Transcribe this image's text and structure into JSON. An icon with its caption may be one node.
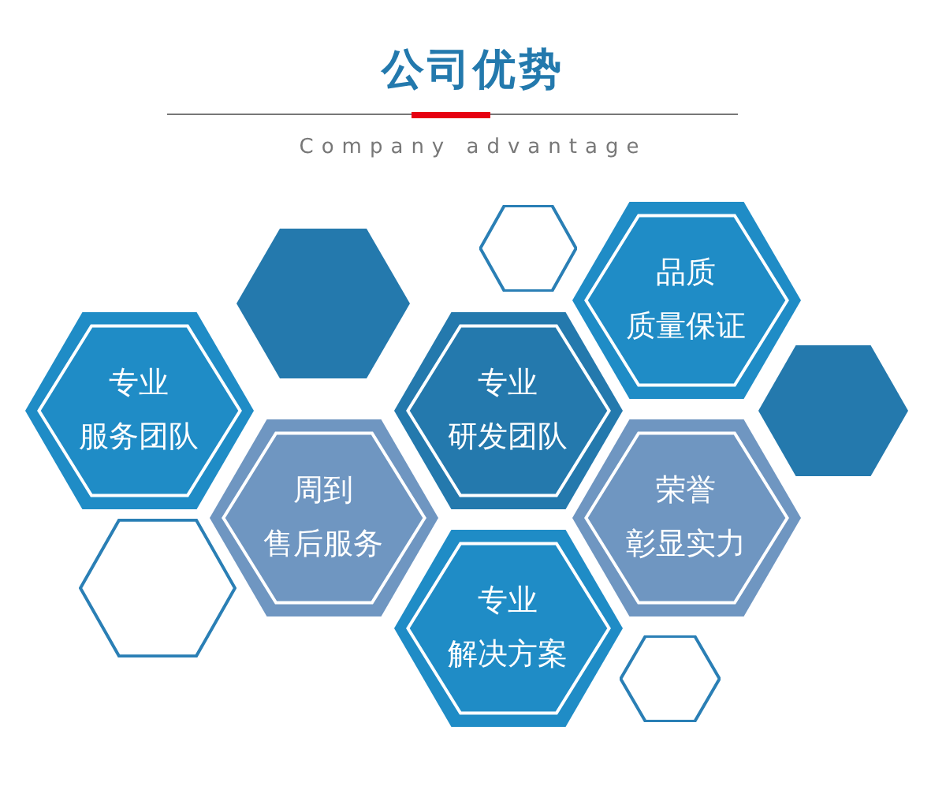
{
  "diagram": {
    "title": "公司优势",
    "nodes": [
      {
        "text": [],
        "shape": "hexagon"
      },
      {
        "text": [],
        "shape": "hexagon"
      },
      {
        "text": [
          "品质",
          "质量保证"
        ]
      },
      {
        "text": [
          "专业",
          "服务团队"
        ]
      },
      {
        "text": [
          "专业",
          "研发团队"
        ]
      },
      {
        "text": [],
        "shape": "hexagon"
      },
      {
        "text": [
          "周到",
          "售后服务"
        ]
      },
      {
        "text": [
          "荣誉",
          "彰显实力"
        ]
      },
      {
        "text": [],
        "shape": "hexagon"
      },
      {
        "text": [
          "专业",
          "解决方案"
        ]
      },
      {
        "text": [],
        "shape": "hexagon"
      }
    ],
    "edges": [],
    "labels": [
      "Company advantage"
    ]
  }
}
